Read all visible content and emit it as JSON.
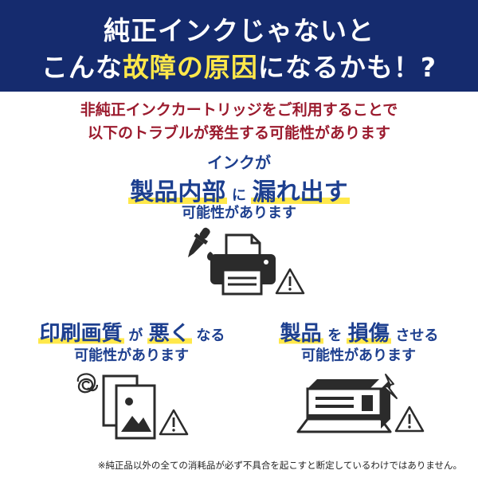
{
  "banner": {
    "line1": "純正インクじゃないと",
    "line2_a": "こんな",
    "line2_b": "故障の原因",
    "line2_c": "になるかも！?"
  },
  "intro": {
    "line1": "非純正インクカートリッジをご利用することで",
    "line2": "以下のトラブルが発生する可能性があります"
  },
  "issues": {
    "ink": {
      "pre": "インクが",
      "big1": "製品内部",
      "mid": "に",
      "big2": "漏れ出す",
      "sub": "可能性があります"
    },
    "quality": {
      "big1": "印刷画質",
      "mid1": "が",
      "big2": "悪く",
      "mid2": "なる",
      "sub": "可能性があります"
    },
    "damage": {
      "big1": "製品",
      "mid1": "を",
      "big2": "損傷",
      "mid2": "させる",
      "sub": "可能性があります"
    }
  },
  "footnote": "※純正品以外の全ての消耗品が必ず不具合を起こすと断定しているわけではありません。",
  "colors": {
    "banner": "#152b6e",
    "highlight": "#ffe84a",
    "red_text": "#9b1b2e",
    "blue_text": "#1d3f8f"
  }
}
